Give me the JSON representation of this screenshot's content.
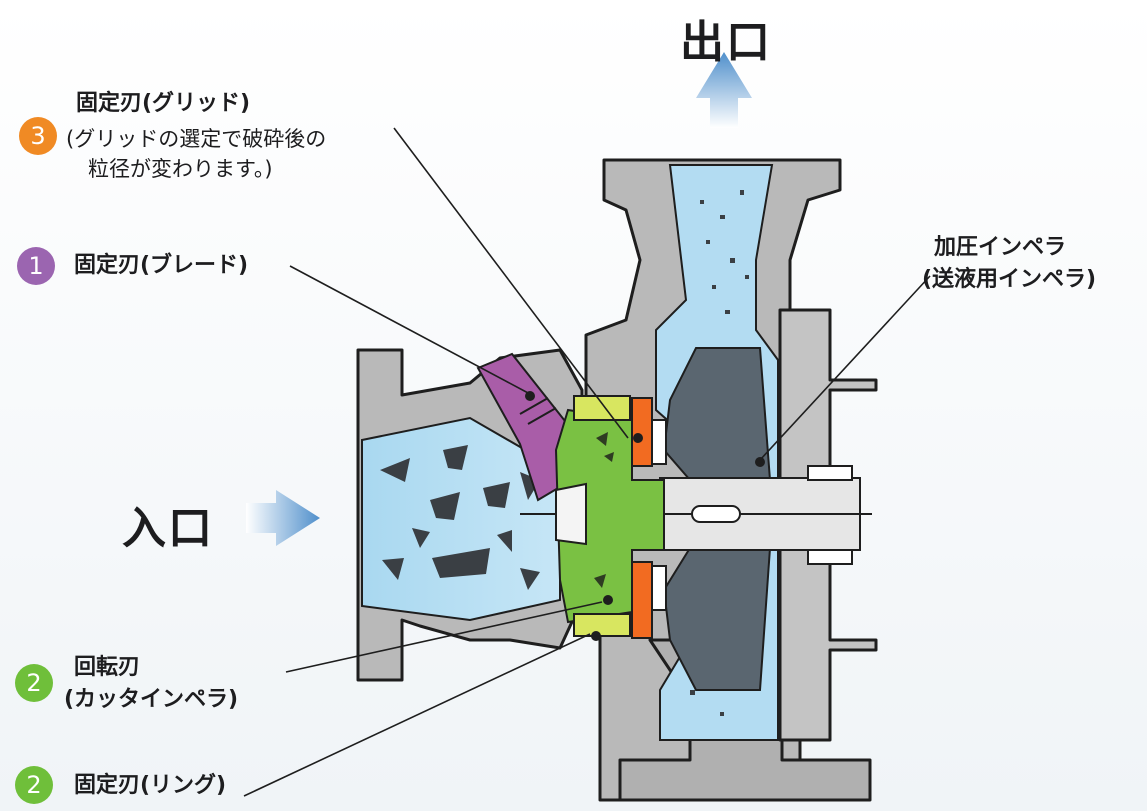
{
  "labels": {
    "outlet": "出口",
    "inlet": "入口",
    "grid_title": "固定刃(グリッド)",
    "grid_note_line1": "(グリッドの選定で破砕後の",
    "grid_note_line2": "粒径が変わります。)",
    "blade": "固定刃(ブレード)",
    "cutter_line1": "回転刃",
    "cutter_line2": "(カッタインペラ)",
    "ring": "固定刃(リング)",
    "pressure_line1": "加圧インペラ",
    "pressure_line2": "(送液用インペラ)"
  },
  "badges": {
    "grid": "3",
    "blade": "1",
    "cutter": "2",
    "ring": "2"
  },
  "colors": {
    "badge_orange": "#f08a24",
    "badge_purple": "#9b65b0",
    "badge_green": "#6fbf3a",
    "casing": "#b4b4b4",
    "liquid": "#a9d8f0",
    "blade_purple": "#a95da8",
    "cutter_green": "#7ac143",
    "grid_orange": "#f26b21",
    "arrow_blue": "#5b9bd5",
    "impeller_dark": "#5a6670"
  }
}
